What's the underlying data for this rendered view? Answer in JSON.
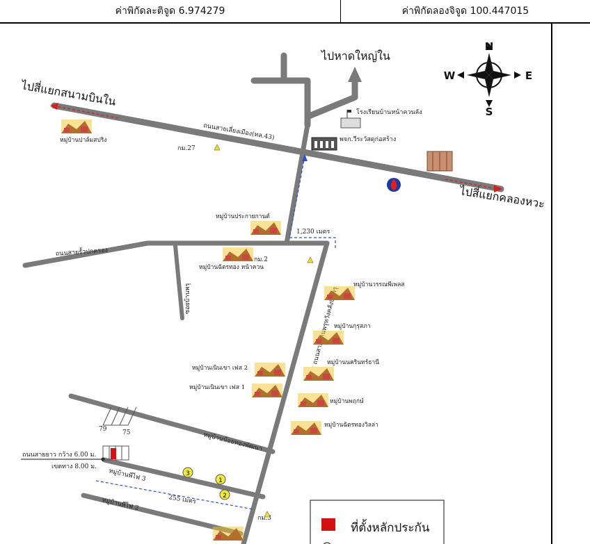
{
  "header": {
    "latitude": "ค่าพิกัดละติจูด 6.974279",
    "longitude": "ค่าพิกัดลองจิจูด 100.447015"
  },
  "map": {
    "destinations": {
      "hat_yai_nai": "ไปหาดใหญ่ใน",
      "airport_junction": "ไปสี่แยกสนามบินใน",
      "khlong_hoi_junction": "ไปสี่แยกคลองหวะ"
    },
    "roads": {
      "bypass": "ถนนสายเลี่ยงเมือง(ทล.43)",
      "ruam_pakrong": "ถนนสายรั้วปกครอง",
      "main_vertical": "ถนนสายบ้านพรุหวังคลังปันพรุ",
      "side_soi": "ซอยบ้านพรุ",
      "noi_thong": "หมู่บ้านน้อยทองพัฒนา",
      "fifi_3": "หมู่บ้านพีไฟ 3",
      "fifi_2": "หมู่บ้านพีไฟ 2"
    },
    "km_markers": [
      "กม.27",
      "กม.2",
      "กม.3"
    ],
    "distances": [
      "1,230 เมตร",
      "255 เมตร"
    ],
    "road_width_note": [
      "ถนนสายยาว กว้าง 6.00 ม.",
      "เขตทาง 8.00 ม."
    ],
    "plot_numbers": [
      "79",
      "75"
    ],
    "landmarks": {
      "school": "โรงเรียนบ้านหน้าควนลัง",
      "hospital": "พจก.วีระวัสดุก่อสร้าง"
    },
    "villages": [
      "หมู่บ้านปาล์มสปริง",
      "หมู่บ้านประกายกานต์",
      "หมู่บ้านฉัตรทอง หน้าควน",
      "หมู่บ้านวรรณพีเพลส",
      "หมู่บ้านกุรุสภา",
      "หมู่บ้านนครินทร์ธานี",
      "หมู่บ้านเนินเขา เฟส 2",
      "หมู่บ้านเนินเขา เฟส 1",
      "หมู่บ้านพฤกษ์",
      "หมู่บ้านฉัตรทองวิลล่า"
    ],
    "points": [
      "1",
      "2",
      "3"
    ],
    "compass": {
      "n": "N",
      "s": "S",
      "e": "E",
      "w": "W"
    },
    "legend": {
      "collateral": "ที่ตั้งหลักประกัน"
    },
    "colors": {
      "road": "#7a7a7a",
      "dash": "#2a4fd0",
      "arrow_red": "#d32020",
      "marker": "#e8e04a",
      "legend_red": "#d41010"
    }
  }
}
